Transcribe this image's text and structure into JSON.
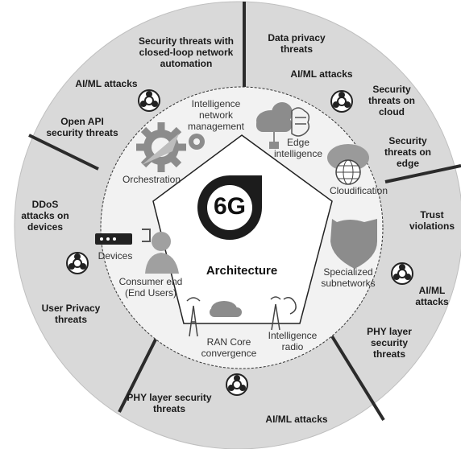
{
  "core": {
    "logo_text": "6G",
    "title": "Architecture"
  },
  "inner_items": {
    "intelligence_network_management": "Intelligence\nnetwork\nmanagement",
    "edge_intelligence": "Edge\nintelligence",
    "cloudification": "Cloudification",
    "orchestration": "Orchestration",
    "devices": "Devices",
    "consumer_end": "Consumer end\n(End Users)",
    "specialized_subnetworks": "Specialized\nsubnetworks",
    "ran_core_convergence": "RAN Core\nconvergence",
    "intelligence_radio": "Intelligence\nradio"
  },
  "threats": {
    "security_closed_loop": "Security threats with\nclosed-loop network\nautomation",
    "data_privacy": "Data privacy\nthreats",
    "aiml_top_right": "AI/ML attacks",
    "aiml_top_left": "AI/ML attacks",
    "security_cloud": "Security\nthreats on\ncloud",
    "security_edge": "Security\nthreats on\nedge",
    "open_api": "Open API\nsecurity threats",
    "ddos": "DDoS\nattacks on\ndevices",
    "trust_violations": "Trust\nviolations",
    "aiml_right": "AI/ML\nattacks",
    "user_privacy": "User Privacy\nthreats",
    "phy_right": "PHY layer\nsecurity\nthreats",
    "phy_bottom_left": "PHY layer security\nthreats",
    "aiml_bottom": "AI/ML attacks"
  },
  "colors": {
    "outer_ring": "#d9d9d9",
    "inner_circle": "#f2f2f2",
    "pentagon_fill": "#ffffff",
    "logo_dark": "#1c1c1c",
    "divider": "#2b2b2b",
    "icon_gray": "#8c8c8c"
  },
  "icons": [
    "biohazard-icon",
    "gear-icon",
    "cloud-icon",
    "brain-circuit-icon",
    "globe-cloud-icon",
    "router-icon",
    "user-icon",
    "shield-icon",
    "antenna-icon"
  ]
}
